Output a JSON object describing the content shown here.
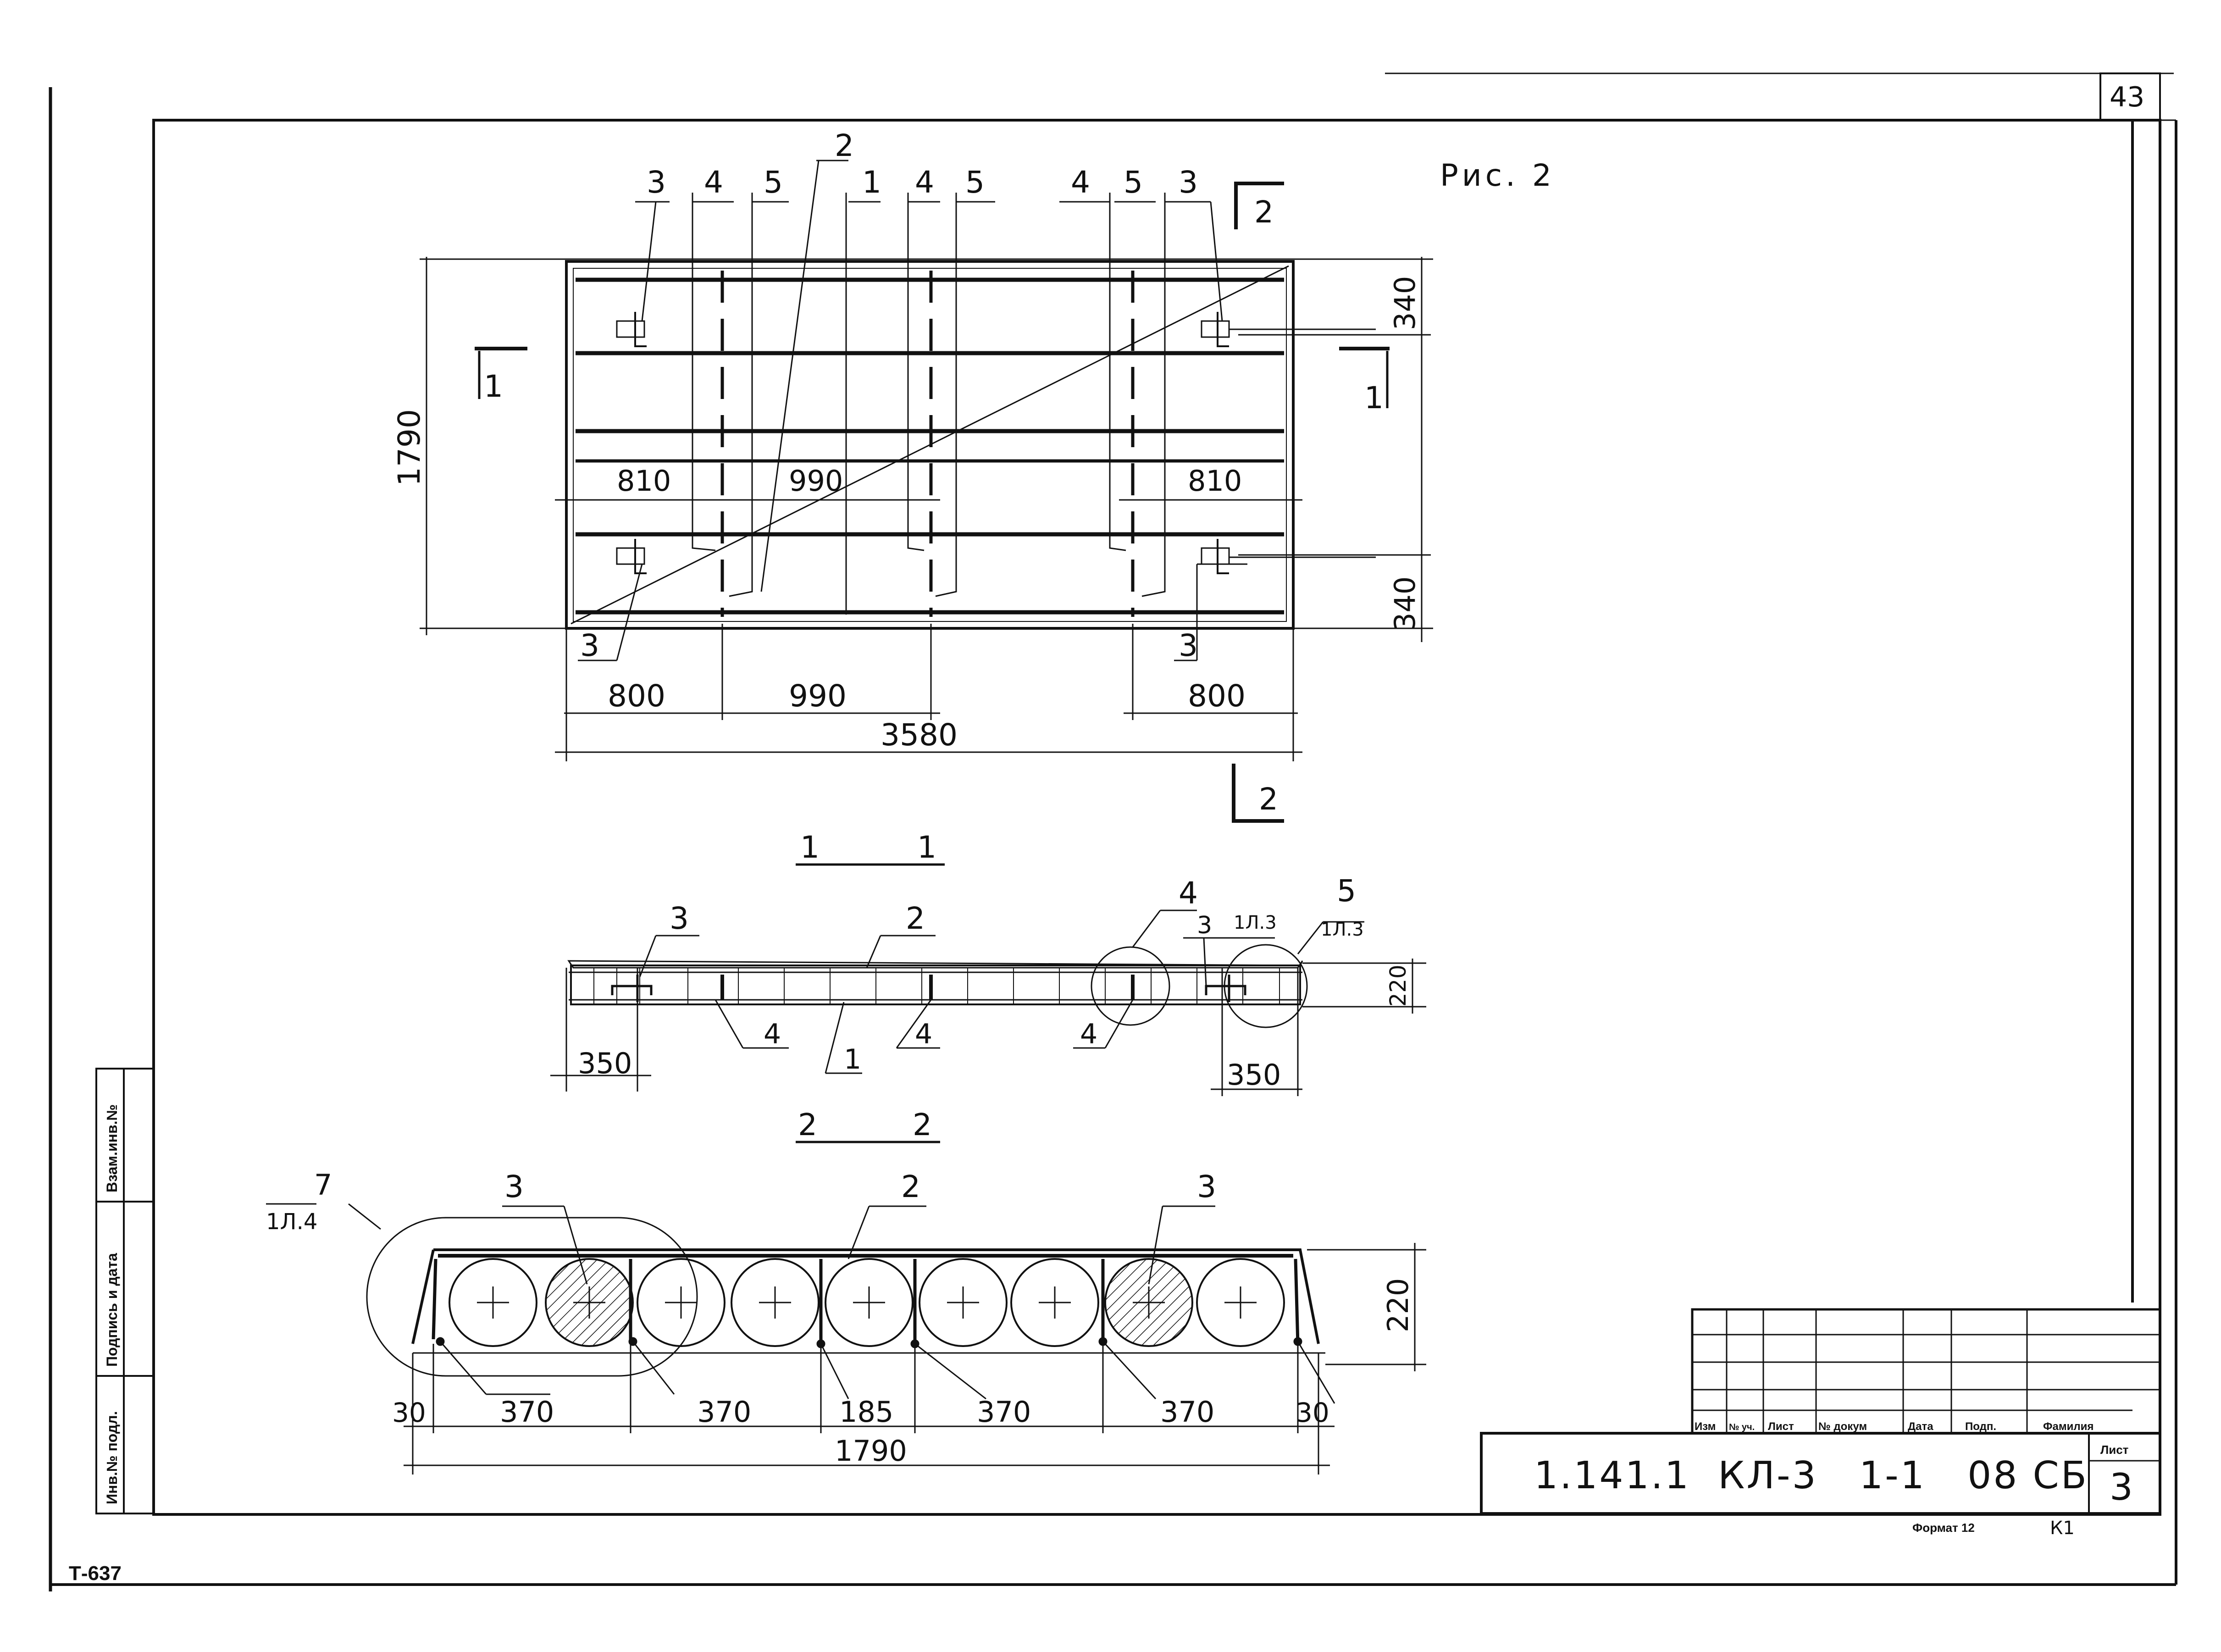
{
  "sheet": {
    "page_number": "43",
    "figure_label": "Рис. 2",
    "stamp_code": "Т-637",
    "format_label": "Формат 12",
    "corner_mark": "К1"
  },
  "plan": {
    "top_callouts": [
      "3",
      "4",
      "5",
      "2",
      "1",
      "4",
      "5",
      "4",
      "5",
      "3"
    ],
    "section_mark_left": "1",
    "section_mark_right": "1",
    "section_mark_top": "2",
    "section_mark_bottom": "2",
    "overall_height": "1790",
    "edge_right_top": "340",
    "edge_right_bottom": "340",
    "inner_dims": [
      "810",
      "990",
      "810"
    ],
    "bottom_dims": [
      "800",
      "990",
      "800"
    ],
    "overall_length": "3580",
    "bottom_callout_left": "3",
    "bottom_callout_right": "3"
  },
  "section_1_1": {
    "title_left": "1",
    "title_right": "1",
    "callouts_top": [
      "3",
      "2"
    ],
    "callout_4_node": "4",
    "callout_3_node": "3",
    "node_ref_3": "1Л.3",
    "callout_5_node": "5",
    "node_ref_5": "1Л.3",
    "callouts_bottom": [
      "4",
      "1",
      "4",
      "4"
    ],
    "height": "220",
    "edge_left": "350",
    "edge_right": "350"
  },
  "section_2_2": {
    "title_left": "2",
    "title_right": "2",
    "callout_7": "7",
    "node_ref_7": "1Л.4",
    "callouts_top": [
      "3",
      "2",
      "3"
    ],
    "height": "220",
    "bottom_dims": [
      "30",
      "370",
      "370",
      "185",
      "370",
      "370",
      "30"
    ],
    "overall_width": "1790"
  },
  "title_block": {
    "designation": "1.141.1  КЛ-3   1-1   08 СБ",
    "sheet_label": "Лист",
    "sheet_number": "3",
    "columns": [
      "Изм",
      "№ уч.",
      "Лист",
      "№ докум",
      "Дата",
      "Подп.",
      "Фамилия"
    ]
  },
  "side_stamp": {
    "fields": [
      "Инв.№ подл.",
      "Подпись и дата",
      "Взам.инв.№"
    ]
  }
}
